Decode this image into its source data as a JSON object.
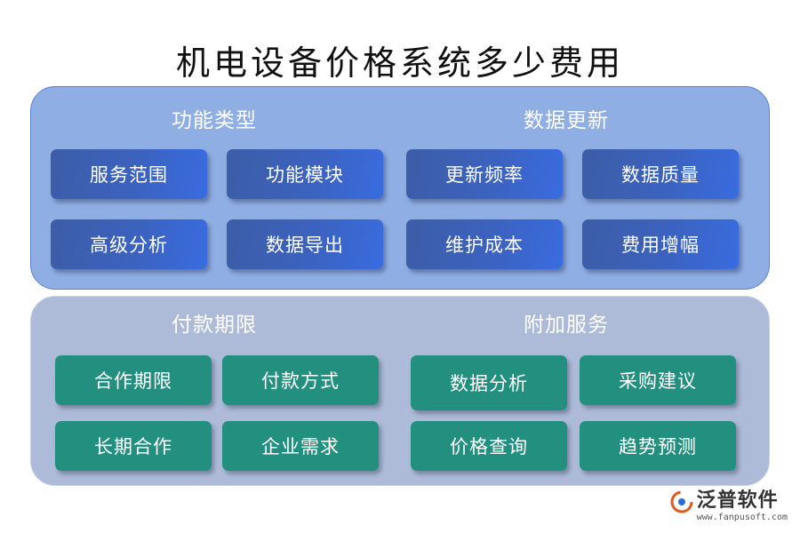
{
  "title": "机电设备价格系统多少费用",
  "panels": [
    {
      "sections": [
        {
          "title": "功能类型",
          "items": [
            "服务范围",
            "功能模块",
            "高级分析",
            "数据导出"
          ]
        },
        {
          "title": "数据更新",
          "items": [
            "更新频率",
            "数据质量",
            "维护成本",
            "费用增幅"
          ]
        }
      ]
    },
    {
      "sections": [
        {
          "title": "付款期限",
          "items": [
            "合作期限",
            "付款方式",
            "长期合作",
            "企业需求"
          ]
        },
        {
          "title": "附加服务",
          "items": [
            "数据分析",
            "采购建议",
            "价格查询",
            "趋势预测"
          ]
        }
      ]
    }
  ],
  "logo": {
    "name": "泛普软件",
    "url": "www.fanpusoft.com",
    "icon": "fanpu-logo-icon"
  },
  "colors": {
    "top_panel": "#8faee3",
    "bottom_panel": "#aebbd8",
    "blue_box": "#3b62bf",
    "teal_box": "#23907f"
  }
}
